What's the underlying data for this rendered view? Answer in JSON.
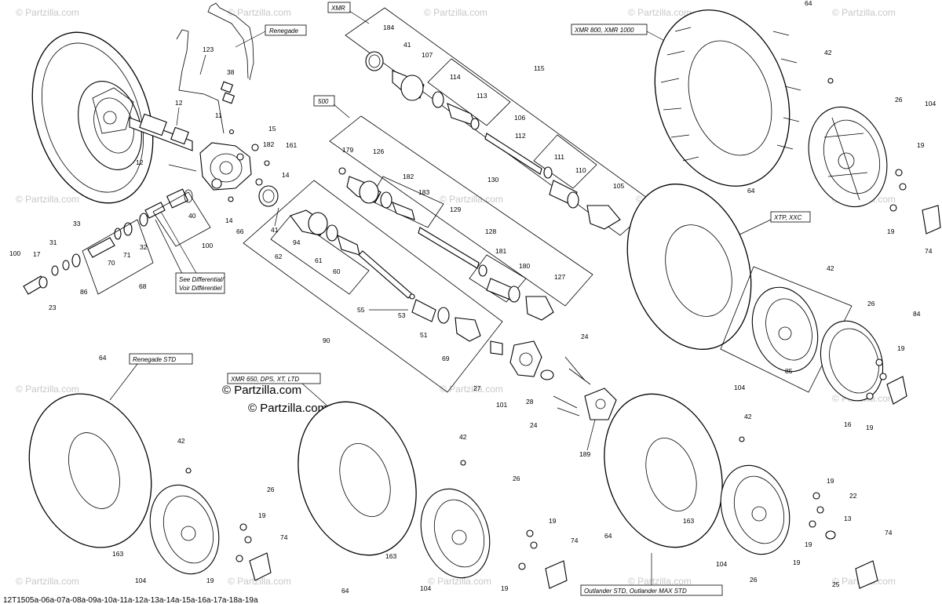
{
  "watermark": {
    "text": "© Partzilla.com",
    "repeat_text": "© Partzilla.com"
  },
  "tags": {
    "xmr": "XMR",
    "renegade": "Renegade",
    "five_hundred": "500",
    "xmr_800_1000": "XMR 800, XMR 1000",
    "xtp_xxc": "XTP, XXC",
    "renegade_std": "Renegade STD",
    "xmr650": "XMR 650, DPS, XT, LTD",
    "see_diff_1": "See Differential/",
    "see_diff_2": "Voir Différentiel",
    "outlander": "Outlander STD, Outlander MAX STD"
  },
  "footer": "12T1505a-06a-07a-08a-09a-10a-11a-12a-13a-14a-15a-16a-17a-18a-19a",
  "callouts": {
    "c123": "123",
    "c38": "38",
    "c12a": "12",
    "c11": "11",
    "c15": "15",
    "c182a": "182",
    "c161": "161",
    "c12b": "12",
    "c14a": "14",
    "c14b": "14",
    "c40": "40",
    "c66": "66",
    "c41a": "41",
    "c100a": "100",
    "c33": "33",
    "c31": "31",
    "c100b": "100",
    "c17": "17",
    "c23": "23",
    "c86": "86",
    "c70": "70",
    "c71": "71",
    "c32": "32",
    "c68": "68",
    "c184": "184",
    "c41b": "41",
    "c107": "107",
    "c114": "114",
    "c115": "115",
    "c113": "113",
    "c106": "106",
    "c112": "112",
    "c111": "111",
    "c110": "110",
    "c105": "105",
    "c179": "179",
    "c126": "126",
    "c182b": "182",
    "c183": "183",
    "c130": "130",
    "c129": "129",
    "c128": "128",
    "c181": "181",
    "c180": "180",
    "c127": "127",
    "c94": "94",
    "c62": "62",
    "c61": "61",
    "c60": "60",
    "c55": "55",
    "c53": "53",
    "c51": "51",
    "c69": "69",
    "c90": "90",
    "c24a": "24",
    "c24b": "24",
    "c27": "27",
    "c101": "101",
    "c28": "28",
    "c189": "189",
    "c64a": "64",
    "c42a": "42",
    "c26a": "26",
    "c104a": "104",
    "c19a": "19",
    "c19b": "19",
    "c74a": "74",
    "c64b": "64",
    "c42b": "42",
    "c26b": "26",
    "c84": "84",
    "c19c": "19",
    "c85": "85",
    "c104b": "104",
    "c16": "16",
    "c19d": "19",
    "c64c": "64",
    "c42c": "42",
    "c26c": "26",
    "c19e": "19",
    "c163a": "163",
    "c104c": "104",
    "c19f": "19",
    "c74b": "74",
    "c42d": "42",
    "c26d": "26",
    "c19g": "19",
    "c183b": "163",
    "c74c": "74",
    "c104d": "104",
    "c19h": "19",
    "c64d": "64",
    "c42e": "42",
    "c64e": "64",
    "c163c": "163",
    "c104e": "104",
    "c19i": "19",
    "c22": "22",
    "c13": "13",
    "c74d": "74",
    "c25": "25",
    "c26e": "26",
    "c19j": "19",
    "c19k": "19"
  }
}
